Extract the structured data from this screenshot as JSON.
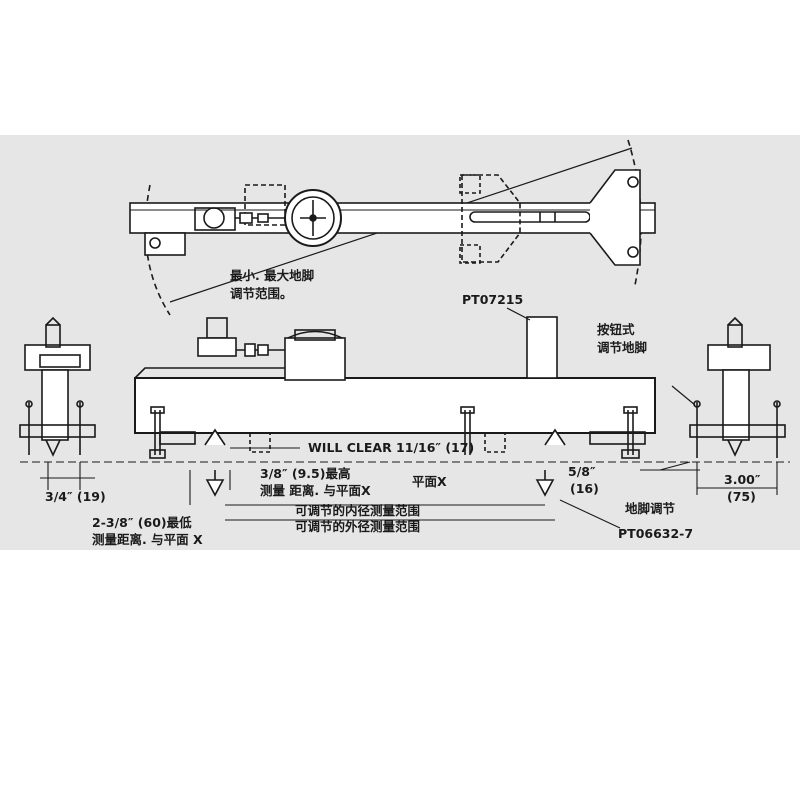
{
  "colors": {
    "panel": "#e6e6e6",
    "line": "#1a1a1a",
    "part_fill": "#ffffff"
  },
  "labels": {
    "min_max_feet_line1": "最小. 最大地脚",
    "min_max_feet_line2": "调节范围。",
    "pt07215": "PT07215",
    "button_feet_line1": "按钮式",
    "button_feet_line2": "调节地脚",
    "will_clear": "WILL CLEAR 11/16″ (17)",
    "max_height_line1": "3/8″ (9.5)最高",
    "max_height_line2": "测量 距离. 与平面X",
    "plane_x": "平面X",
    "five_eighths": "5/8″",
    "sixteen": "(16)",
    "three_quarter": "3/4″ (19)",
    "three_inch": "3.00″",
    "seventy_five": "(75)",
    "foot_adjust": "地脚调节",
    "min_height_line1": "2-3/8″ (60)最低",
    "min_height_line2": "测量距离. 与平面 X",
    "inner_range": "可调节的内径测量范围",
    "outer_range": "可调节的外径测量范围",
    "pt06632": "PT06632-7"
  }
}
